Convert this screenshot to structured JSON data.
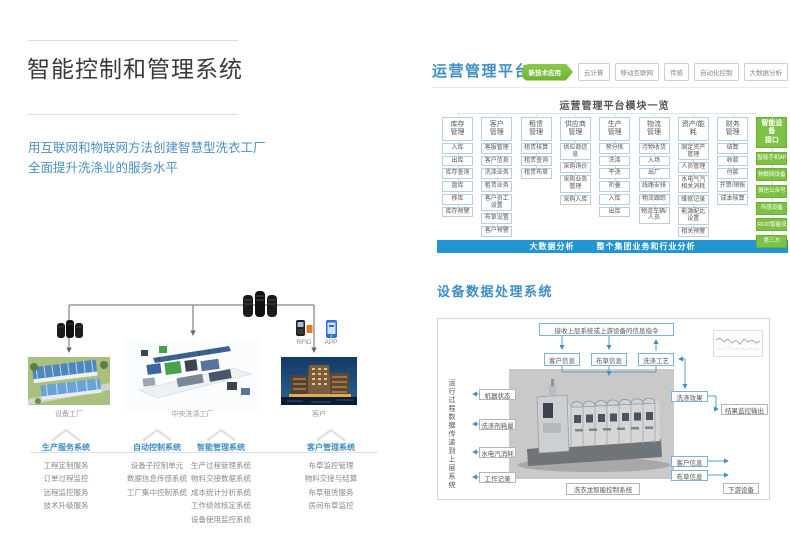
{
  "colors": {
    "accent_blue": "#3f8fc4",
    "text_blue": "#4a90c2",
    "green": "#7dc242",
    "bar_blue": "#2196d3",
    "box_border_blue": "#b9cfdf"
  },
  "left": {
    "title": "智能控制和管理系统",
    "subtitle": [
      "用互联网和物联网方法创建智慧型洗衣工厂",
      "全面提升洗涤业的服务水平"
    ],
    "network": {
      "node_labels": [
        "设备工厂",
        "中央洗涤工厂",
        "客户"
      ],
      "icon_labels": [
        "RFID",
        "APP"
      ]
    },
    "systems": [
      {
        "title": "生产服务系统",
        "items": [
          "工程定制服务",
          "订单过程监控",
          "远程监控服务",
          "技术升级服务"
        ]
      },
      {
        "title": "自动控制系统",
        "items": [
          "设备子控制单元",
          "数据信息传感系统",
          "工厂集中控制系统"
        ]
      },
      {
        "title": "智能管理系统",
        "items": [
          "生产过程管理系统",
          "物料交接数据系统",
          "成本统计分析系统",
          "工作绩效核定系统",
          "设备使用监控系统"
        ]
      },
      {
        "title": "客户管理系统",
        "items": [
          "布草监控管理",
          "物料交接与结算",
          "布草租赁服务",
          "房间布草监控"
        ]
      }
    ]
  },
  "platform": {
    "heading": "运营管理平台",
    "tabs": [
      {
        "label": "新技术应用",
        "active": true
      },
      {
        "label": "云计算"
      },
      {
        "label": "移动互联网"
      },
      {
        "label": "传感"
      },
      {
        "label": "自动化控制"
      },
      {
        "label": "大数据分析"
      }
    ],
    "diagram_title": "运营管理平台模块一览",
    "columns": [
      {
        "title": "库存\n管理",
        "items": [
          "入库",
          "出库",
          "库存查询",
          "盘库",
          "移库",
          "库存预警"
        ]
      },
      {
        "title": "客户\n管理",
        "items": [
          "客服管理",
          "客户信息",
          "洗涤业务",
          "租赁业务",
          "客户员工设置",
          "布草设置",
          "客户预警"
        ]
      },
      {
        "title": "租赁\n管理",
        "items": [
          "租赁核算",
          "租赁查询",
          "租赁布草"
        ]
      },
      {
        "title": "供应商\n管理",
        "items": [
          "供应商信息",
          "采购询价",
          "采购业务管理",
          "采购入库"
        ]
      },
      {
        "title": "生产\n管理",
        "items": [
          "预分拣",
          "洗涤",
          "平烫",
          "折叠",
          "入库",
          "出库"
        ]
      },
      {
        "title": "物流\n管理",
        "items": [
          "污物收货",
          "入场",
          "出厂",
          "线路安排",
          "物流跟踪",
          "物流车辆/人员"
        ]
      },
      {
        "title": "资产/能\n耗",
        "items": [
          "固定资产管理",
          "人员管理",
          "水电气汽相关消耗",
          "维修记录",
          "能源配比设置",
          "相关预警"
        ]
      },
      {
        "title": "财务\n管理",
        "items": [
          "结算",
          "收款",
          "付款",
          "开票/销账",
          "成本核算"
        ]
      }
    ],
    "smart_column": {
      "title": "智能设备\n接口",
      "items": [
        "智能手机APP",
        "物联网设备",
        "微信公众号",
        "传感设备",
        "RFID智能设备",
        "第三方"
      ]
    },
    "footer_bar": {
      "label1": "大数据分析",
      "label2": "整个集团业务和行业分析"
    }
  },
  "device": {
    "heading": "设备数据处理系统",
    "top_box": "接收上层系统或上游设备的信息指令",
    "input_boxes": [
      "客户信息",
      "布草信息",
      "洗涤工艺"
    ],
    "left_boxes": [
      "机器状态",
      "洗涤剂耗量",
      "水电汽消耗",
      "工作记录"
    ],
    "left_vertical": "运行过程数据传递到上层系统",
    "wash_effect": "洗涤效果",
    "result_output": "结果监控输出",
    "right_boxes": [
      "客户信息",
      "布草信息"
    ],
    "downstream": "下游设备",
    "machine_label": "洗衣龙智能控制系统"
  }
}
